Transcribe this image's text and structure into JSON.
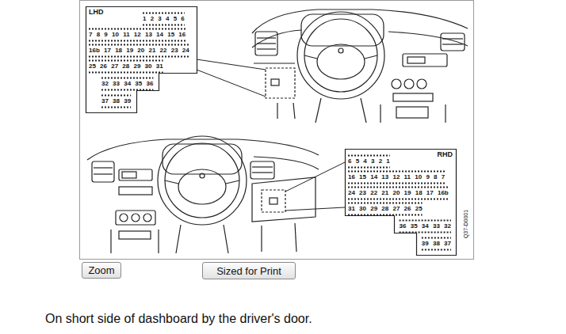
{
  "diagram": {
    "caption": "On short side of dashboard by the driver's door.",
    "nodes": [
      {
        "text": [
          "LHD",
          "1 2 3 4 5 6",
          "7 8 9 10 11 12 13 14 15 16",
          "16b 17 18 19 20 21 22 23 24",
          "25 26 27 28 29 30 31",
          "32 33 34 35 36",
          "37 38 39"
        ]
      },
      {
        "text": [
          "RHD",
          "6 5 4 3 2 1",
          "16 15 14 13 12 11 10 9 8 7",
          "24 23 22 21 20 19 18 17 16b",
          "31 30 29 28 27 26 25",
          "36 35 34 33 32",
          "39 38 37"
        ]
      },
      {
        "text": [
          "Zoom"
        ]
      },
      {
        "text": [
          "Sized for Print"
        ]
      }
    ],
    "labels": [
      "Q37-D0001"
    ]
  }
}
